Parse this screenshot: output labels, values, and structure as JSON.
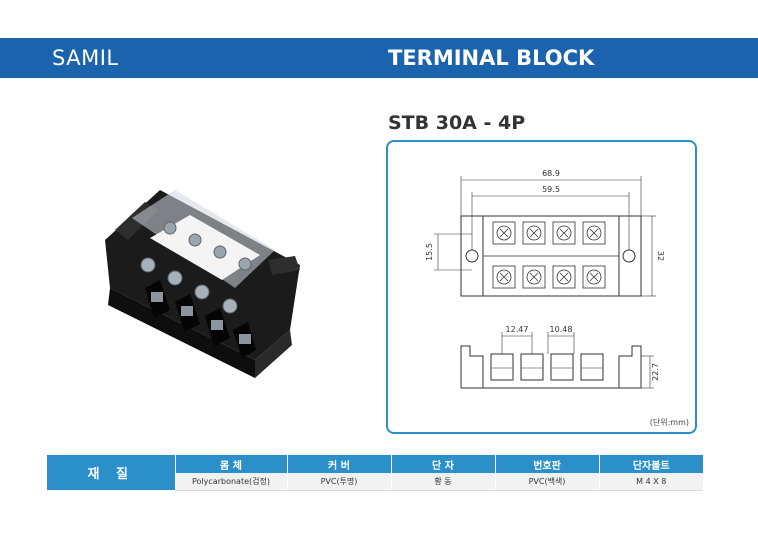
{
  "header": {
    "brand": "SAMIL",
    "title": "TERMINAL BLOCK",
    "bar_color": "#1c63ad"
  },
  "product": {
    "model": "STB 30A - 4P"
  },
  "drawing": {
    "dim_overall_width": "68.9",
    "dim_mount_pitch": "59.5",
    "dim_height": "32",
    "dim_left": "15.5",
    "dim_pitch_1": "12.47",
    "dim_pitch_2": "10.48",
    "dim_side_height": "22.7",
    "unit_label": "(단위:mm)",
    "frame_color": "#2b8fc9"
  },
  "spec_table": {
    "row_label": "재 질",
    "headers": [
      "몸 체",
      "커 버",
      "단 자",
      "번호판",
      "단자볼트"
    ],
    "values": [
      "Polycarbonate(검정)",
      "PVC(투명)",
      "황 동",
      "PVC(백색)",
      "M 4 X 8"
    ],
    "header_color": "#2b8fc9"
  }
}
